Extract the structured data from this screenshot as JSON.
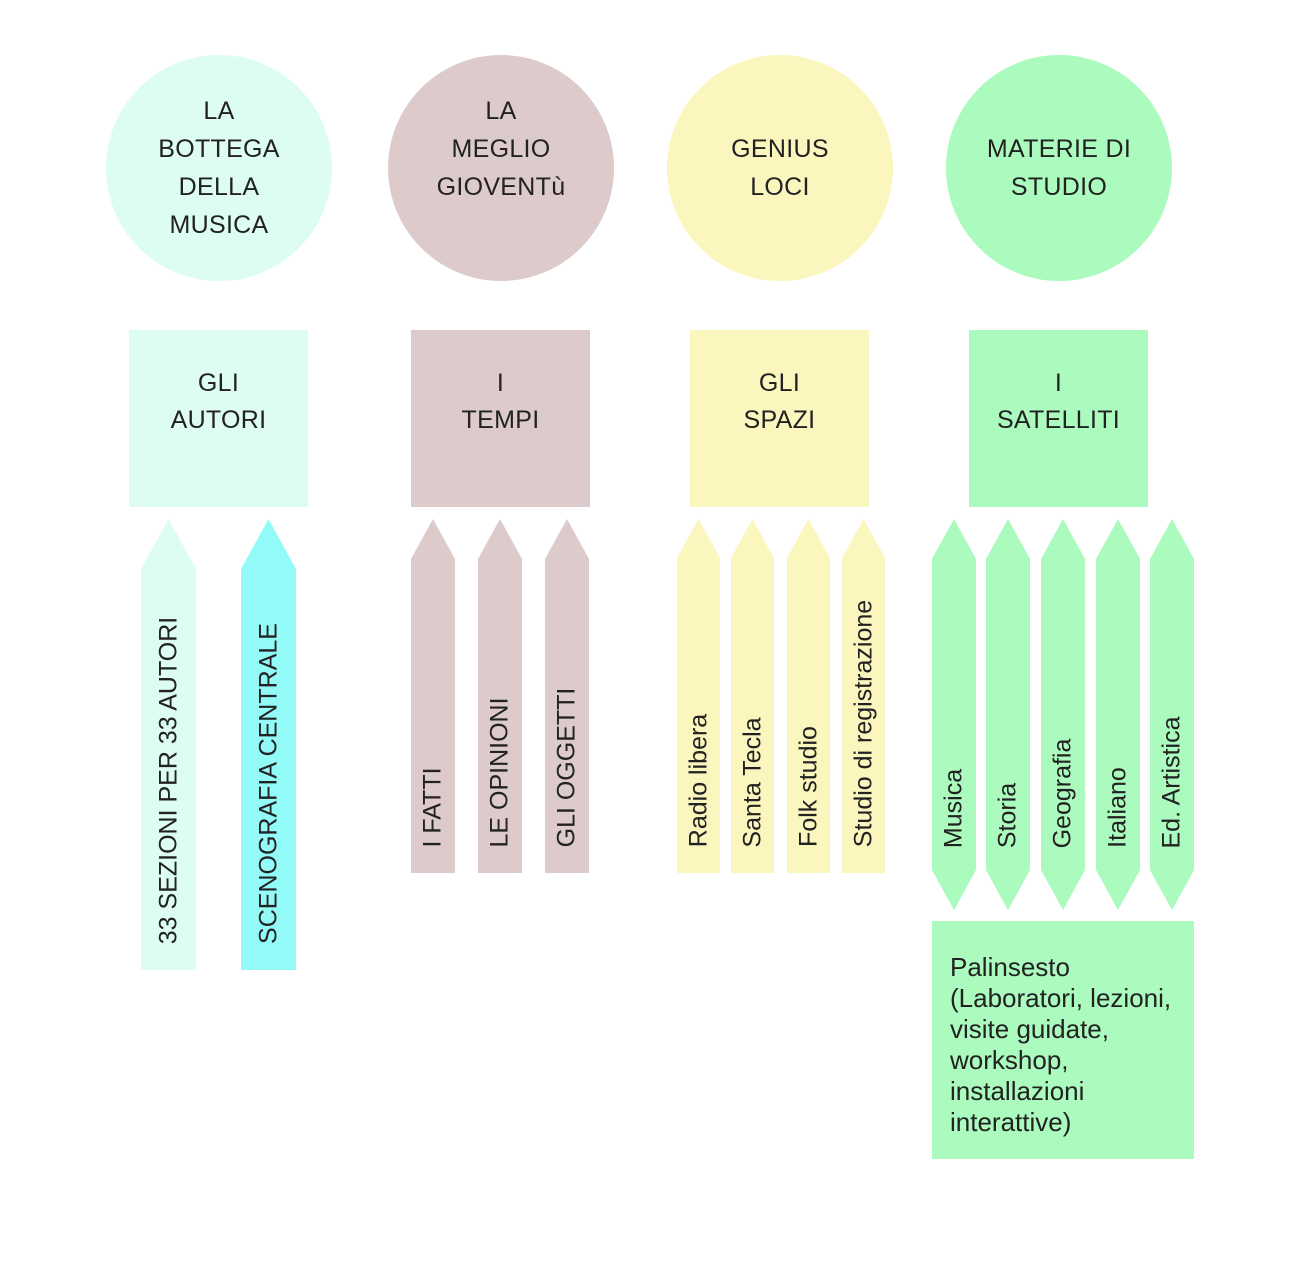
{
  "colors": {
    "col1": "#dcfcf4",
    "col1_accent": "#93fbf7",
    "col2": "#ddcbcc",
    "col3": "#fbf5be",
    "col4": "#aafbbd",
    "text": "#222222"
  },
  "columns": [
    {
      "circle": "LA\nBOTTEGA\nDELLA\nMUSICA",
      "square": "GLI\nAUTORI",
      "arrows": [
        "33 SEZIONI PER 33 AUTORI",
        "SCENOGRAFIA CENTRALE"
      ]
    },
    {
      "circle": "LA\nMEGLIO\nGIOVENTù",
      "square": "I\nTEMPI",
      "arrows": [
        "I FATTI",
        "LE OPINIONI",
        "GLI OGGETTI"
      ]
    },
    {
      "circle": "GENIUS\nLOCI",
      "square": "GLI\nSPAZI",
      "arrows": [
        "Radio libera",
        "Santa Tecla",
        "Folk studio",
        "Studio di registrazione"
      ]
    },
    {
      "circle": "MATERIE DI\nSTUDIO",
      "square": "I\nSATELLITI",
      "arrows": [
        "Musica",
        "Storia",
        "Geografia",
        "Italiano",
        "Ed. Artistica"
      ]
    }
  ],
  "palinsesto": "Palinsesto\n(Laboratori, lezioni,\nvisite guidate,\nworkshop,\ninstallazioni\ninterattive)"
}
